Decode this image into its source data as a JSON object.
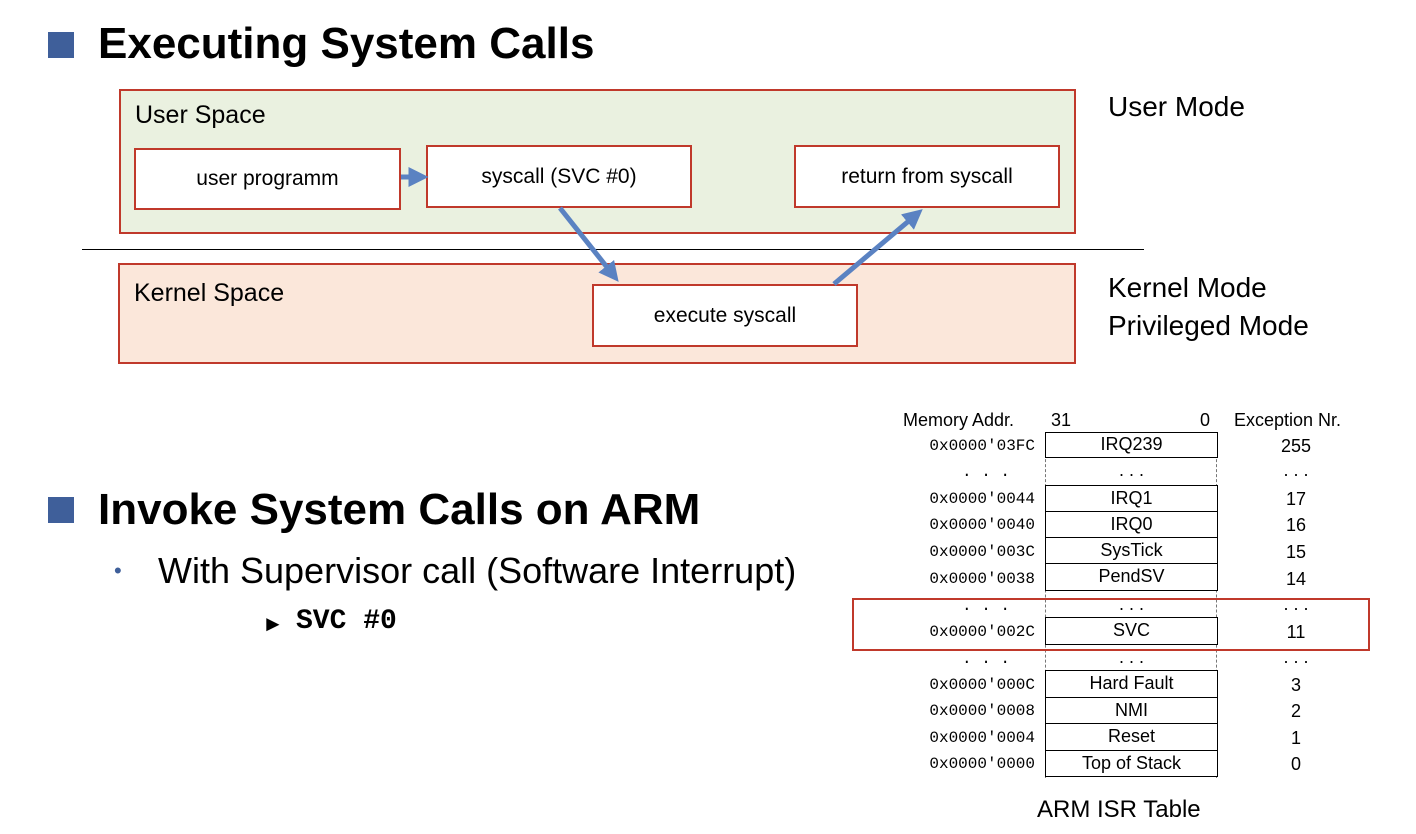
{
  "headings": {
    "executing": "Executing System Calls",
    "invoke": "Invoke System Calls on ARM"
  },
  "diagram": {
    "user_space_label": "User Space",
    "kernel_space_label": "Kernel Space",
    "boxes": {
      "user_program": "user programm",
      "syscall": "syscall (SVC #0)",
      "return": "return from syscall",
      "execute": "execute syscall"
    },
    "modes": {
      "user": "User Mode",
      "kernel": "Kernel Mode",
      "privileged": "Privileged Mode"
    }
  },
  "bullets": {
    "supervisor": "With Supervisor call (Software Interrupt)",
    "svc_code": "SVC #0"
  },
  "isr_table": {
    "header_addr": "Memory Addr.",
    "bit_high": "31",
    "bit_low": "0",
    "header_exc": "Exception Nr.",
    "dots_addr": ". . .",
    "dots_cell": ". . .",
    "dots_exc": ". . .",
    "rows": [
      {
        "addr": "0x0000'03FC",
        "name": "IRQ239",
        "nr": "255"
      },
      {
        "addr": "0x0000'0044",
        "name": "IRQ1",
        "nr": "17"
      },
      {
        "addr": "0x0000'0040",
        "name": "IRQ0",
        "nr": "16"
      },
      {
        "addr": "0x0000'003C",
        "name": "SysTick",
        "nr": "15"
      },
      {
        "addr": "0x0000'0038",
        "name": "PendSV",
        "nr": "14"
      },
      {
        "addr": "0x0000'002C",
        "name": "SVC",
        "nr": "11"
      },
      {
        "addr": "0x0000'000C",
        "name": "Hard Fault",
        "nr": "3"
      },
      {
        "addr": "0x0000'0008",
        "name": "NMI",
        "nr": "2"
      },
      {
        "addr": "0x0000'0004",
        "name": "Reset",
        "nr": "1"
      },
      {
        "addr": "0x0000'0000",
        "name": "Top of Stack",
        "nr": "0"
      }
    ],
    "caption": "ARM ISR Table"
  },
  "colors": {
    "accent_blue": "#3f5f9a",
    "border_red": "#c0392b",
    "user_bg": "#eaf1e0",
    "kernel_bg": "#fbe7da",
    "arrow": "#5a82c2"
  }
}
